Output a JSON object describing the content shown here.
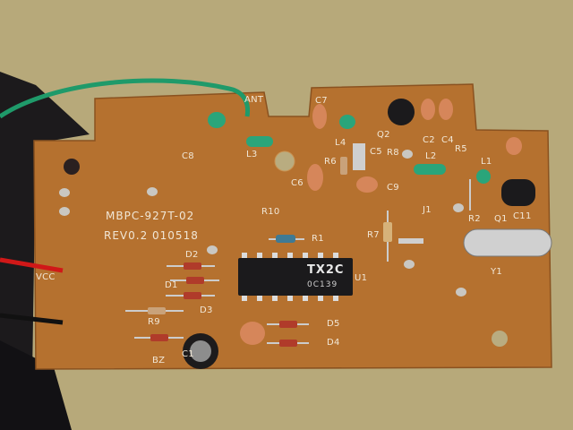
{
  "board": {
    "model": "MBPC-927T-02",
    "revision": "REV0.2 010518",
    "chip_name": "TX2C",
    "chip_code": "0C139"
  },
  "labels": {
    "ant": "ANT",
    "vcc": "VCC",
    "c1": "C1",
    "c2": "C2",
    "c4": "C4",
    "c5": "C5",
    "c6": "C6",
    "c7": "C7",
    "c8": "C8",
    "c9": "C9",
    "c11": "C11",
    "l1": "L1",
    "l2": "L2",
    "l3": "L3",
    "l4": "L4",
    "r1": "R1",
    "r2": "R2",
    "r5": "R5",
    "r6": "R6",
    "r7": "R7",
    "r8": "R8",
    "r9": "R9",
    "r10": "R10",
    "q1": "Q1",
    "q2": "Q2",
    "j1": "J1",
    "y1": "Y1",
    "u1": "U1",
    "bz": "BZ",
    "d1": "D1",
    "d2": "D2",
    "d3": "D3",
    "d4": "D4",
    "d5": "D5"
  },
  "colors": {
    "background": "#b7a97a",
    "pcb": "#b5712f",
    "silkscreen": "#f1e7d6",
    "wire_green": "#1f9a6a"
  }
}
